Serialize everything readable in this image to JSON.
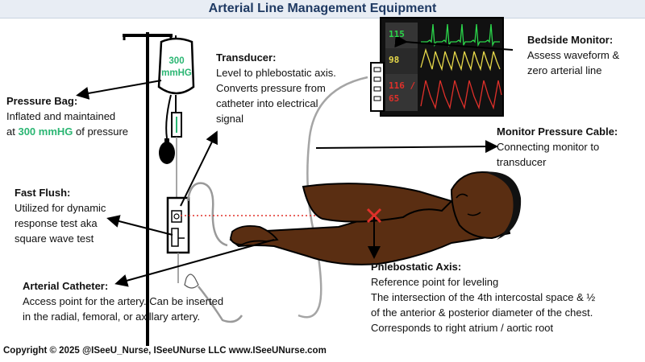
{
  "title": "Arterial Line Management Equipment",
  "pressure_bag": {
    "heading": "Pressure Bag:",
    "line1": "Inflated and maintained",
    "line2_pre": "at ",
    "line2_value": "300 mmHG",
    "line2_post": " of pressure",
    "bag_label_line1": "300",
    "bag_label_line2": "mmHG"
  },
  "transducer": {
    "heading": "Transducer:",
    "lines": [
      "Level to phlebostatic axis.",
      "Converts pressure from",
      "catheter into electrical",
      "signal"
    ]
  },
  "bedside_monitor": {
    "heading": "Bedside Monitor:",
    "lines": [
      "Assess waveform &",
      "zero arterial line"
    ],
    "values": {
      "hr": "115",
      "spo2": "98",
      "abp_line1": "116 /",
      "abp_line2": "65"
    },
    "colors": {
      "hr": "#2bd64a",
      "spo2": "#e6d84a",
      "abp": "#e0302a"
    }
  },
  "monitor_cable": {
    "heading": "Monitor Pressure Cable:",
    "lines": [
      "Connecting monitor to",
      "transducer"
    ]
  },
  "fast_flush": {
    "heading": "Fast Flush:",
    "lines": [
      "Utilized for dynamic",
      "response test aka",
      "square wave test"
    ]
  },
  "arterial_catheter": {
    "heading": "Arterial Catheter:",
    "lines": [
      "Access point for the artery. Can be inserted",
      "in the radial, femoral, or axillary artery."
    ]
  },
  "phlebostatic_axis": {
    "heading": "Phlebostatic Axis:",
    "lines": [
      "Reference point for leveling",
      "The intersection of the 4th intercostal space & ½",
      "of the anterior & posterior diameter of the chest.",
      "Corresponds to right atrium / aortic root"
    ]
  },
  "footer": "Copyright © 2025 @ISeeU_Nurse, ISeeUNurse LLC  www.ISeeUNurse.com"
}
